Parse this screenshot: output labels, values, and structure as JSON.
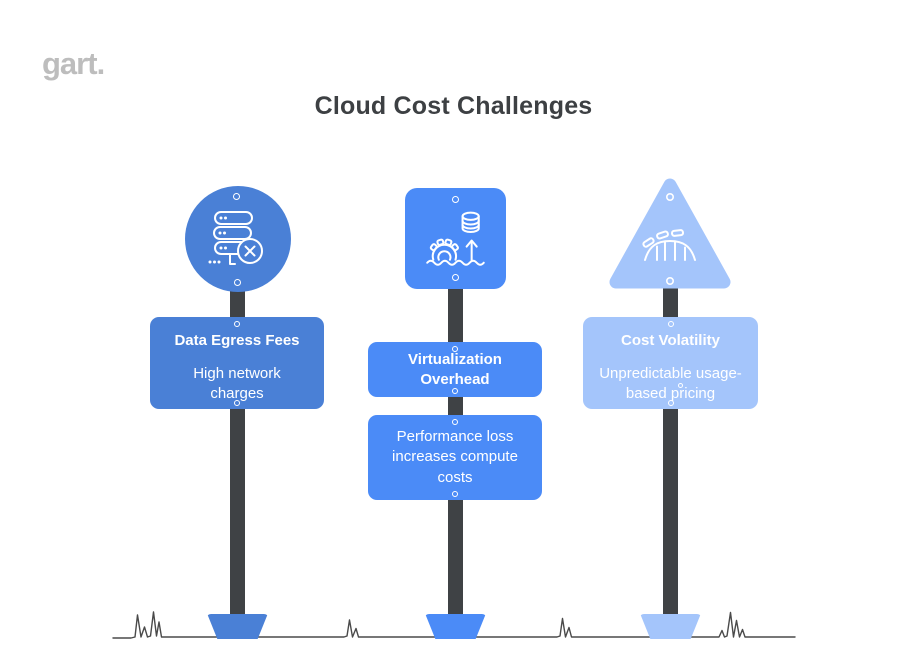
{
  "logo": "gart.",
  "title": "Cloud Cost Challenges",
  "colors": {
    "post1_blue": "#4a80d6",
    "post2_blue": "#4b8bf7",
    "post3_blue": "#a4c5fb",
    "pole_gray": "#3f4245",
    "title_text": "#3d4043",
    "logo_gray": "#bdbdbd",
    "sign_text": "#ffffff",
    "ground_line": "#4a4a4a"
  },
  "posts": [
    {
      "name": "data-egress-fees",
      "shape": "circle",
      "icon": "server-error-icon",
      "title": "Data Egress Fees",
      "description": "High network charges"
    },
    {
      "name": "virtualization-overhead",
      "shape": "square",
      "icon": "virtualization-gear-icon",
      "title": "Virtualization Overhead",
      "description": "Performance loss increases compute costs"
    },
    {
      "name": "cost-volatility",
      "shape": "triangle",
      "icon": "rollercoaster-icon",
      "title": "Cost Volatility",
      "description": "Unpredictable usage-based pricing"
    }
  ]
}
